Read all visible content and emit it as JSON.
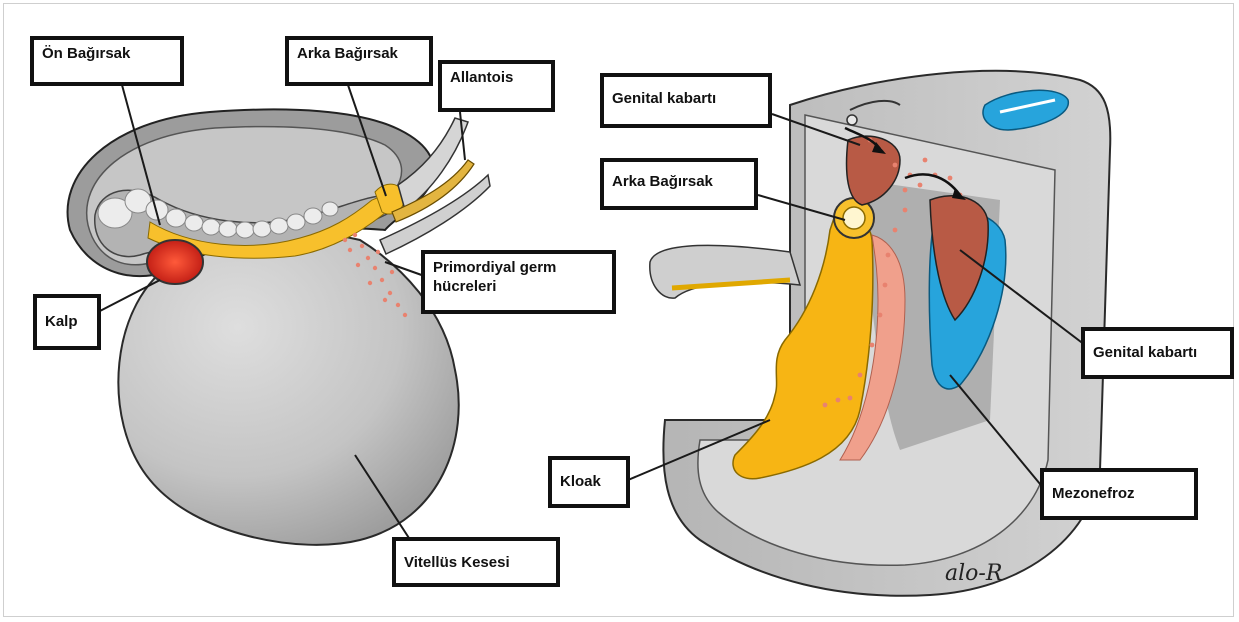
{
  "colors": {
    "tissue_gray": "#c9c9c9",
    "tissue_dark": "#8f8f8f",
    "gut_yellow": "#f7c02c",
    "germ_cells_pink": "#e8826f",
    "heart_red": "#e0201a",
    "mesonephros_blue": "#27a4dc",
    "gonad_brown": "#b85a45",
    "label_border": "#111111"
  },
  "left_panel": {
    "labels": {
      "foregut": "Ön Bağırsak",
      "hindgut": "Arka Bağırsak",
      "allantois": "Allantois",
      "primordial_germ_cells": "Primordiyal germ hücreleri",
      "heart": "Kalp",
      "yolk_sac": "Vitellüs Kesesi"
    }
  },
  "right_panel": {
    "labels": {
      "genital_ridge_top": "Genital kabartı",
      "hindgut": "Arka Bağırsak",
      "genital_ridge_right": "Genital kabartı",
      "cloaca": "Kloak",
      "mesonephros": "Mezonefroz"
    },
    "signature": "alo-R"
  }
}
